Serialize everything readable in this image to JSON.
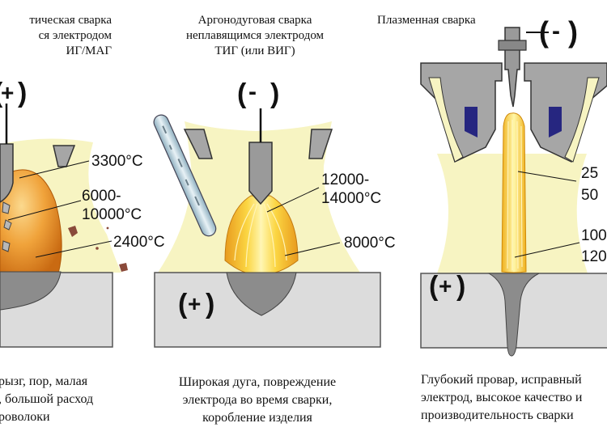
{
  "panels": [
    {
      "title_lines": [
        "тическая сварка",
        "ся электродом",
        "ИГ/МАГ"
      ],
      "electrode_polarity": "+",
      "workpiece_polarity": "",
      "temperatures": [
        "3300°C",
        "6000-",
        "10000°C",
        "2400°C"
      ],
      "caption_lines": [
        "рызг, пор, малая",
        ", большой расход",
        "роволоки"
      ]
    },
    {
      "title_lines": [
        "Аргонодуговая сварка",
        "неплавящимся электродом",
        "ТИГ (или ВИГ)"
      ],
      "electrode_polarity": "-",
      "workpiece_polarity": "+",
      "temperatures": [
        "12000-",
        "14000°C",
        "8000°C"
      ],
      "caption_lines": [
        "Широкая дуга, повреждение",
        "электрода во время сварки,",
        "коробление изделия"
      ]
    },
    {
      "title_lines": [
        "Плазменная сварка"
      ],
      "electrode_polarity": "-",
      "workpiece_polarity": "+",
      "temperatures": [
        "25",
        "50",
        "100",
        "120"
      ],
      "caption_lines": [
        "Глубокий провар, исправный",
        "электрод, высокое качество и",
        "производительность сварки"
      ]
    }
  ],
  "colors": {
    "gas_shield": "#f7f4c2",
    "workpiece": "#dcdcdc",
    "weld_pool": "#8c8c8c",
    "arc_orange": "#e58b22",
    "arc_yellow": "#fbd542",
    "nozzle": "#a6a6a6",
    "insert": "#262680",
    "spatter": "#8a4a3a"
  }
}
